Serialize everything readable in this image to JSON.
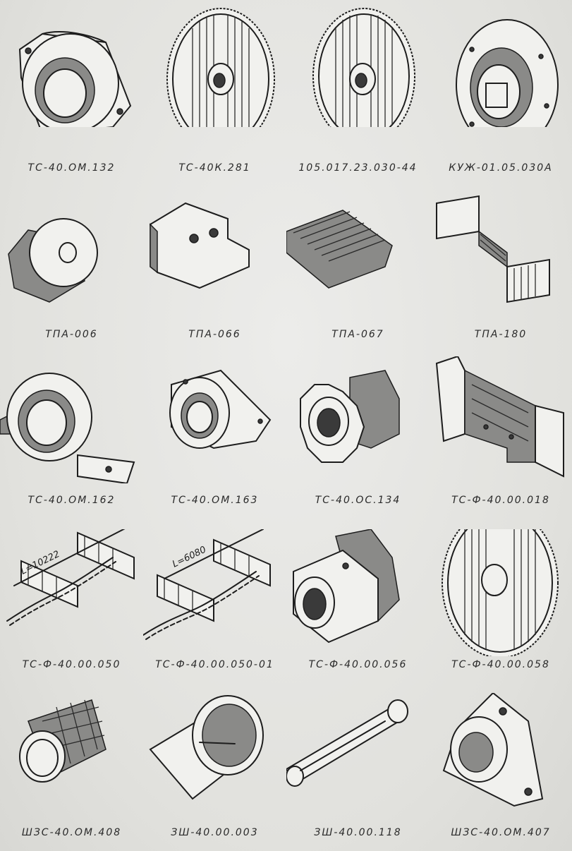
{
  "parts": [
    {
      "id": "p1",
      "label": "ТС-40.ОМ.132",
      "icon": "flange-bearing-housing-icon"
    },
    {
      "id": "p2",
      "label": "ТС-40К.281",
      "icon": "sprocket-wheel-icon"
    },
    {
      "id": "p3",
      "label": "105.017.23.030-44",
      "icon": "sprocket-wheel-icon"
    },
    {
      "id": "p4",
      "label": "КУЖ-01.05.030А",
      "icon": "sprocket-flange-icon"
    },
    {
      "id": "p5",
      "label": "ТПА-006",
      "icon": "flanged-bushing-icon"
    },
    {
      "id": "p6",
      "label": "ТПА-066",
      "icon": "clamp-block-icon"
    },
    {
      "id": "p7",
      "label": "ТПА-067",
      "icon": "friction-pad-icon"
    },
    {
      "id": "p8",
      "label": "ТПА-180",
      "icon": "scraper-slat-icon"
    },
    {
      "id": "p9",
      "label": "ТС-40.ОМ.162",
      "icon": "pillow-block-bearing-icon"
    },
    {
      "id": "p10",
      "label": "ТС-40.ОМ.163",
      "icon": "flange-bearing-housing-icon"
    },
    {
      "id": "p11",
      "label": "ТС-40.ОС.134",
      "icon": "sprocket-hub-icon"
    },
    {
      "id": "p12",
      "label": "ТС-Ф-40.00.018",
      "icon": "scraper-bracket-icon"
    },
    {
      "id": "p13",
      "label": "ТС-Ф-40.00.050",
      "icon": "scraper-chain-icon",
      "dimension": "L=10222"
    },
    {
      "id": "p14",
      "label": "ТС-Ф-40.00.050-01",
      "icon": "scraper-chain-icon",
      "dimension": "L=6080"
    },
    {
      "id": "p15",
      "label": "ТС-Ф-40.00.056",
      "icon": "sprocket-hub-icon"
    },
    {
      "id": "p16",
      "label": "ТС-Ф-40.00.058",
      "icon": "sprocket-wheel-icon"
    },
    {
      "id": "p17",
      "label": "ШЗС-40.ОМ.408",
      "icon": "knurled-sleeve-icon"
    },
    {
      "id": "p18",
      "label": "ЗШ-40.00.003",
      "icon": "cylindrical-sleeve-icon"
    },
    {
      "id": "p19",
      "label": "ЗШ-40.00.118",
      "icon": "pin-axle-icon"
    },
    {
      "id": "p20",
      "label": "ШЗС-40.ОМ.407",
      "icon": "triangular-flange-housing-icon"
    }
  ]
}
